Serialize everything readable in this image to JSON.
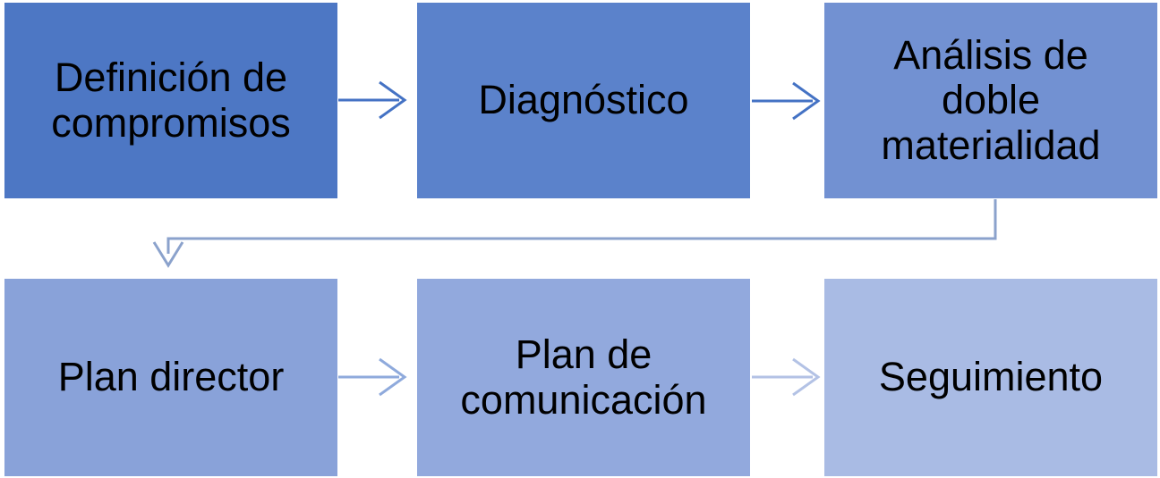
{
  "diagram": {
    "background": "#ffffff",
    "text_color": "#000000",
    "rows": [
      {
        "boxes": [
          {
            "label": "Definición de compromisos",
            "fill": "#4D77C4"
          },
          {
            "label": "Diagnóstico",
            "fill": "#5B82CB"
          },
          {
            "label": "Análisis de doble materialidad",
            "fill": "#7291D2"
          }
        ],
        "arrows": [
          {
            "from": "Definición de compromisos",
            "to": "Diagnóstico",
            "color": "#4472C4"
          },
          {
            "from": "Diagnóstico",
            "to": "Análisis de doble materialidad",
            "color": "#4472C4"
          }
        ]
      },
      {
        "boxes": [
          {
            "label": "Plan director",
            "fill": "#89A2D9"
          },
          {
            "label": "Plan de comunicación",
            "fill": "#92A9DD"
          },
          {
            "label": "Seguimiento",
            "fill": "#A9BBE4"
          }
        ],
        "arrows": [
          {
            "from": "Plan director",
            "to": "Plan de comunicación",
            "color": "#8FAADC"
          },
          {
            "from": "Plan de comunicación",
            "to": "Seguimiento",
            "color": "#B3C2E5"
          }
        ]
      }
    ],
    "connector": {
      "from": "Análisis de doble materialidad",
      "to": "Plan director",
      "color": "#8BA2CC"
    }
  }
}
